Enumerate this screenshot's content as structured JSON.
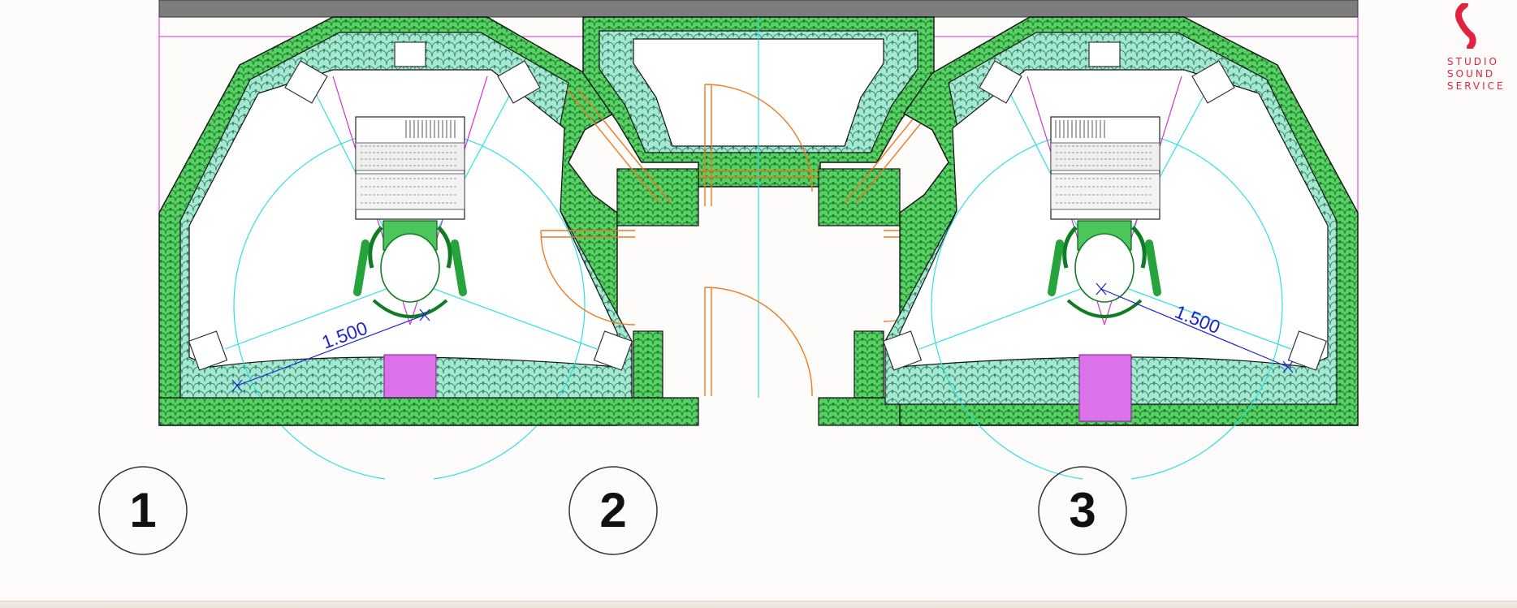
{
  "logo": {
    "lines": [
      "STUDIO",
      "SOUND",
      "SERVICE"
    ],
    "color": "#e2233f"
  },
  "labels": {
    "room1": "1",
    "room2": "2",
    "room3": "3",
    "dimension_left": "1.500",
    "dimension_right": "1.500"
  },
  "colors": {
    "wall_green": "#4cc65c",
    "absorber_teal": "#9ee6cc",
    "door_orange": "#ef7a1e",
    "guide_cyan": "#2ae0e4",
    "guide_magenta": "#d72ed7",
    "dimension_blue": "#1e22d0",
    "bass_trap_purple": "#dc72ea",
    "top_beam_gray": "#7d7d7d"
  }
}
